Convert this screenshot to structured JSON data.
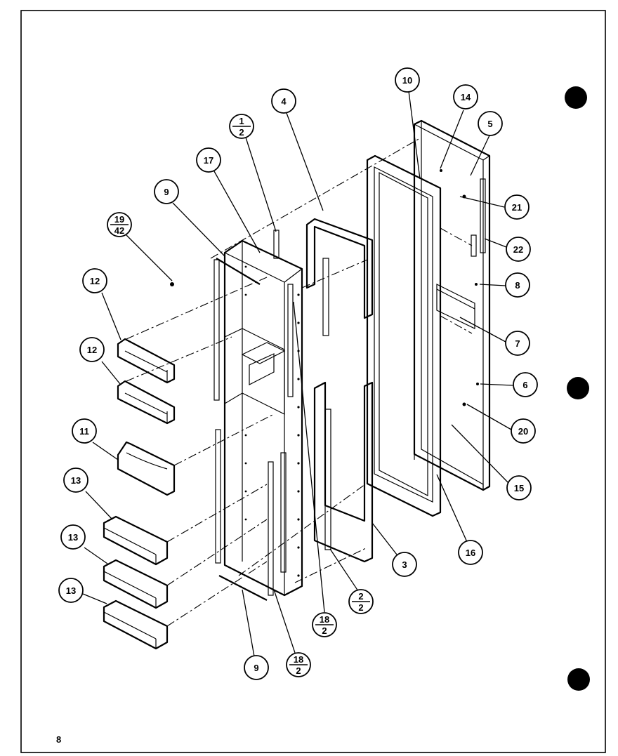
{
  "page_number": "8",
  "callouts": [
    {
      "id": "c-1-2",
      "top": "1",
      "bottom": "2",
      "fraction": true
    },
    {
      "id": "c-4",
      "label": "4"
    },
    {
      "id": "c-10",
      "label": "10"
    },
    {
      "id": "c-14",
      "label": "14"
    },
    {
      "id": "c-5",
      "label": "5"
    },
    {
      "id": "c-17",
      "label": "17"
    },
    {
      "id": "c-9-top",
      "label": "9"
    },
    {
      "id": "c-19-42",
      "top": "19",
      "bottom": "42",
      "fraction": true
    },
    {
      "id": "c-12-a",
      "label": "12"
    },
    {
      "id": "c-12-b",
      "label": "12"
    },
    {
      "id": "c-11",
      "label": "11"
    },
    {
      "id": "c-13-a",
      "label": "13"
    },
    {
      "id": "c-13-b",
      "label": "13"
    },
    {
      "id": "c-13-c",
      "label": "13"
    },
    {
      "id": "c-21",
      "label": "21"
    },
    {
      "id": "c-22",
      "label": "22"
    },
    {
      "id": "c-8",
      "label": "8"
    },
    {
      "id": "c-7",
      "label": "7"
    },
    {
      "id": "c-6",
      "label": "6"
    },
    {
      "id": "c-20",
      "label": "20"
    },
    {
      "id": "c-15",
      "label": "15"
    },
    {
      "id": "c-16",
      "label": "16"
    },
    {
      "id": "c-3",
      "label": "3"
    },
    {
      "id": "c-2-2",
      "top": "2",
      "bottom": "2",
      "fraction": true
    },
    {
      "id": "c-18-2-a",
      "top": "18",
      "bottom": "2",
      "fraction": true
    },
    {
      "id": "c-18-2-b",
      "top": "18",
      "bottom": "2",
      "fraction": true
    },
    {
      "id": "c-9-bottom",
      "label": "9"
    }
  ]
}
